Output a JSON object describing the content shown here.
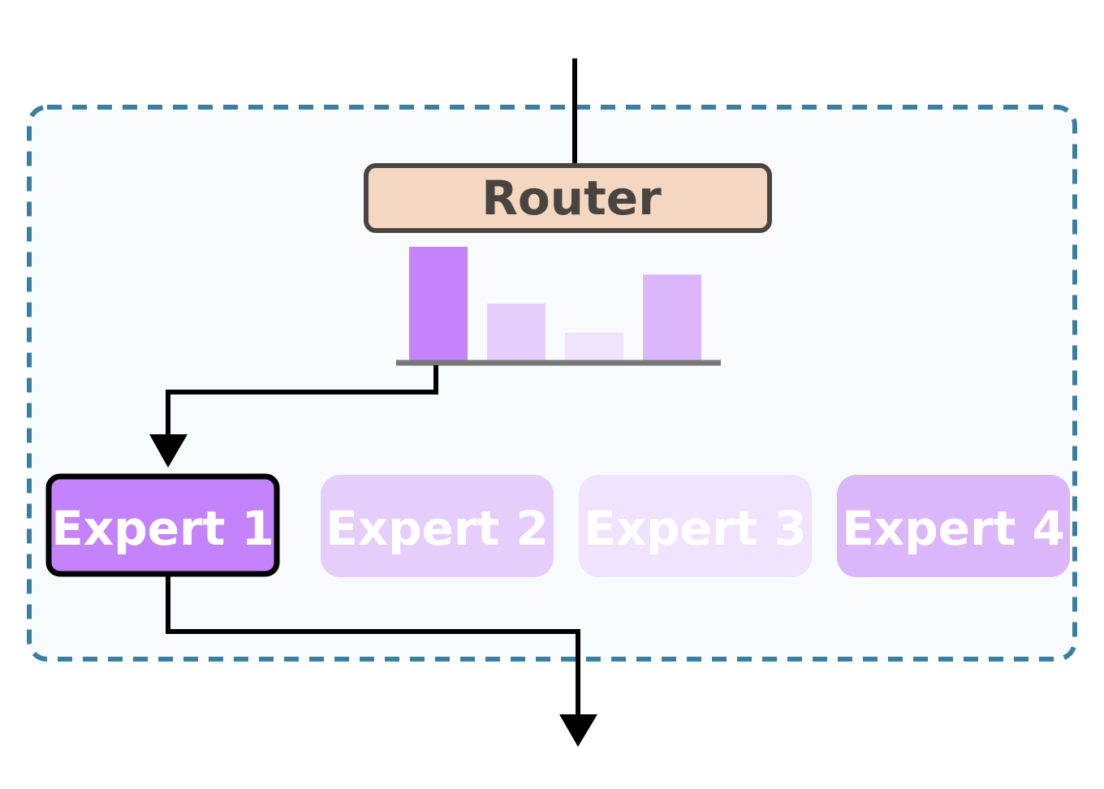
{
  "colors": {
    "background": "#ffffff",
    "container_fill": "#f8fbfd",
    "container_border": "#3a7fa0",
    "router_fill": "#f3d7c1",
    "router_border": "#4a4441",
    "router_text": "#4a4441",
    "selected_expert_border": "#000000",
    "expert_text": "#ffffff",
    "baseline": "#777777",
    "arrow": "#000000"
  },
  "router": {
    "label": "Router"
  },
  "router_distribution": {
    "values": [
      1.0,
      0.51,
      0.26,
      0.76
    ],
    "colors": [
      "#c583fb",
      "#e5cdfc",
      "#f0e3fd",
      "#dbb6fb"
    ]
  },
  "experts": [
    {
      "label": "Expert 1",
      "fill": "#c583fb",
      "selected": true
    },
    {
      "label": "Expert 2",
      "fill": "#e5cdfc",
      "selected": false
    },
    {
      "label": "Expert 3",
      "fill": "#f0e3fd",
      "selected": false
    },
    {
      "label": "Expert 4",
      "fill": "#dbb6fb",
      "selected": false
    }
  ]
}
